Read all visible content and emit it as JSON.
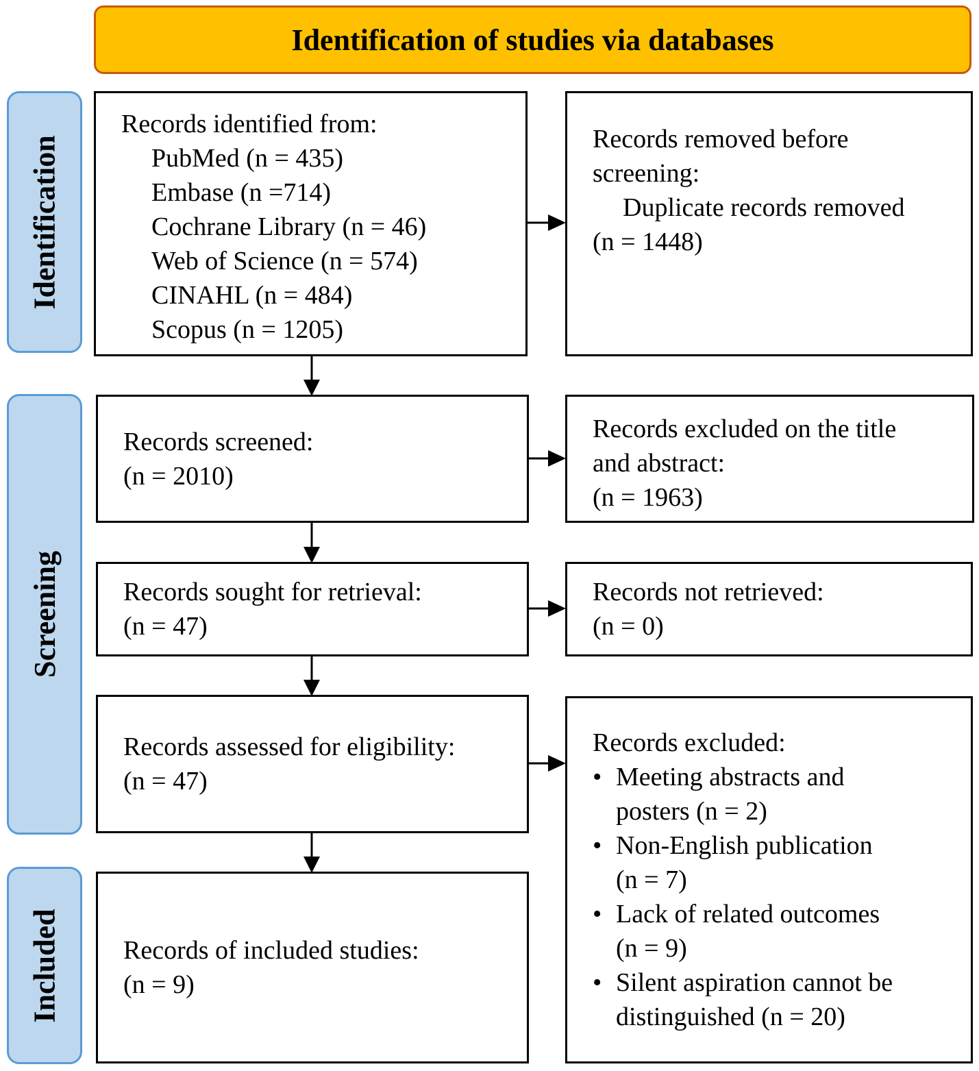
{
  "header": {
    "title": "Identification of studies via databases"
  },
  "phases": {
    "identification": "Identification",
    "screening": "Screening",
    "included": "Included"
  },
  "identified": {
    "heading": "Records identified from:",
    "sources": [
      "PubMed (n = 435)",
      "Embase  (n =714)",
      "Cochrane Library  (n = 46)",
      "Web of Science (n = 574)",
      "CINAHL (n = 484)",
      "Scopus (n = 1205)"
    ]
  },
  "removed": {
    "line1": "Records removed before",
    "line2": "screening:",
    "line3": "Duplicate records removed",
    "line4": "(n = 1448)"
  },
  "screened": {
    "label": "Records screened:",
    "count": "(n = 2010)"
  },
  "excluded_title": {
    "line1": "Records excluded on the title",
    "line2": "and abstract:",
    "count": "(n = 1963)"
  },
  "sought": {
    "label": "Records sought for retrieval:",
    "count": "(n = 47)"
  },
  "not_retrieved": {
    "label": "Records not retrieved:",
    "count": "(n = 0)"
  },
  "assessed": {
    "label": "Records assessed for eligibility:",
    "count": "(n = 47)"
  },
  "excluded": {
    "heading": "Records excluded:",
    "bullet": "•",
    "reasons": [
      {
        "line1": "Meeting abstracts and",
        "line2": "posters (n = 2)"
      },
      {
        "line1": "Non-English publication",
        "line2": "(n = 7)"
      },
      {
        "line1": "Lack of related outcomes",
        "line2": "(n = 9)"
      },
      {
        "line1": "Silent aspiration cannot be",
        "line2": "distinguished (n = 20)"
      }
    ]
  },
  "included": {
    "label": "Records of included studies:",
    "count": "(n = 9)"
  }
}
